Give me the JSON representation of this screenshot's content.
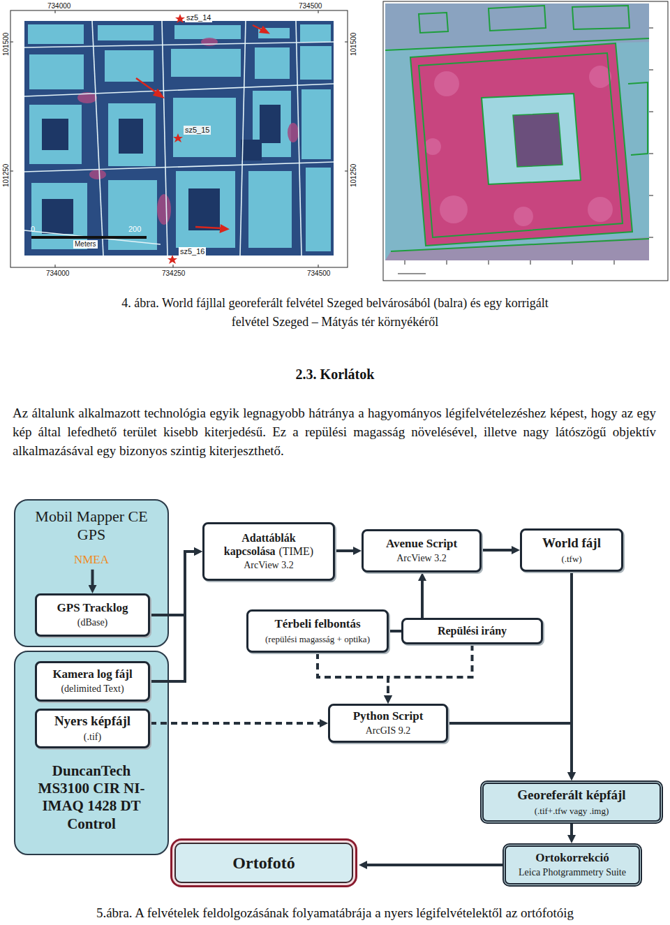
{
  "diagram": {
    "caption": "5.ábra. A felvételek feldolgozásának folyamatábrája a nyers légifelvételektől az ortófotóig",
    "nodes": [
      {
        "text": [
          "Mobil Mapper CE GPS",
          "NMEA"
        ]
      },
      {
        "text": [
          "GPS Tracklog",
          "(dBase)"
        ],
        "in": 0
      },
      {
        "text": [
          "Adattáblák kapcsolása",
          "(TIME)",
          "ArcView 3.2"
        ]
      },
      {
        "text": [
          "Avenue Script",
          "ArcView 3.2"
        ]
      },
      {
        "text": [
          "World fájl",
          "(.tfw)"
        ]
      },
      {
        "text": [
          "Térbeli felbontás",
          "(repülési magasság + optika)"
        ]
      },
      {
        "text": [
          "Repülési irány"
        ]
      },
      {
        "text": [
          "DuncanTech MS3100 CIR NI-IMAQ 1428 DT Control"
        ]
      },
      {
        "text": [
          "Kamera log fájl",
          "(delimited Text)"
        ],
        "in": 7
      },
      {
        "text": [
          "Nyers képfájl",
          "(.tif)"
        ],
        "in": 7
      },
      {
        "text": [
          "Python Script",
          "ArcGIS 9.2"
        ]
      },
      {
        "text": [
          "Georeferált képfájl",
          "(.tif+.tfw vagy .img)"
        ]
      },
      {
        "text": [
          "Ortofotó"
        ]
      },
      {
        "text": [
          "Ortokorrekció",
          "Leica Photgrammetry Suite"
        ]
      }
    ],
    "edges": [
      {
        "from": 0,
        "to": 1,
        "arrow": "to"
      },
      {
        "from": 1,
        "to": 2,
        "arrow": "to"
      },
      {
        "from": 8,
        "to": 2,
        "arrow": "to"
      },
      {
        "from": 2,
        "to": 3,
        "arrow": "to"
      },
      {
        "from": 3,
        "to": 4,
        "arrow": "to"
      },
      {
        "from": 5,
        "to": 6,
        "arrow": "none"
      },
      {
        "from": 6,
        "to": 3,
        "arrow": "to"
      },
      {
        "from": 5,
        "to": 10,
        "arrow": "to"
      },
      {
        "from": 6,
        "to": 10,
        "arrow": "to"
      },
      {
        "from": 9,
        "to": 10,
        "arrow": "to"
      },
      {
        "from": 4,
        "to": 11,
        "arrow": "to"
      },
      {
        "from": 10,
        "to": 11,
        "arrow": "to"
      },
      {
        "from": 11,
        "to": 13,
        "arrow": "to"
      },
      {
        "from": 13,
        "to": 12,
        "arrow": "to"
      }
    ],
    "labels": [
      "734000",
      "734500",
      "101500",
      "101500",
      "101250",
      "101250",
      "sz5_14",
      "sz5_15",
      "sz5_16",
      "0",
      "200",
      "Meters",
      "734000",
      "734250",
      "734500",
      "4. ábra. World fájllal georeferált felvétel Szeged belvárosából (balra) és egy korrigált felvétel Szeged – Mátyás tér környékéről",
      "2.3. Korlátok",
      "Az általunk alkalmazott technológia egyik legnagyobb hátránya a hagyományos légifelvételezéshez képest, hogy az egy kép által lefedhető terület kisebb kiterjedésű. Ez a repülési magasság növelésével, illetve nagy látószögű objektív alkalmazásával egy bizonyos szintig kiterjeszthető."
    ]
  }
}
